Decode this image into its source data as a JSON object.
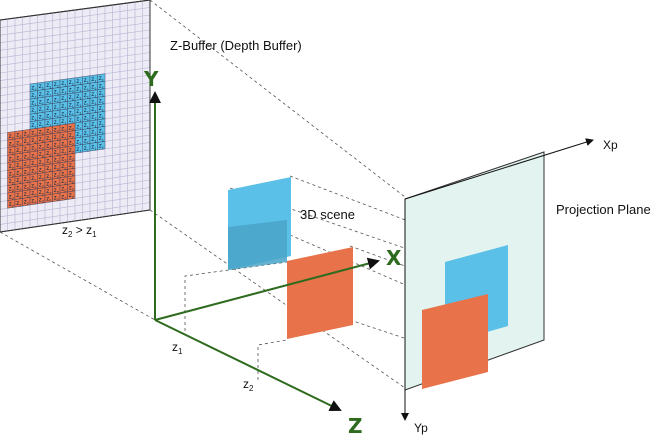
{
  "labels": {
    "zbuffer_title": "Z-Buffer (Depth Buffer)",
    "scene": "3D scene",
    "projection_plane": "Projection Plane",
    "xp": "Xp",
    "yp": "Yp",
    "axis_x": "X",
    "axis_y": "Y",
    "axis_z": "Z",
    "z1_base": "z",
    "z1_sub": "1",
    "z2_base": "z",
    "z2_sub": "2",
    "compare": {
      "a": "z",
      "a_sub": "2",
      "op": " > ",
      "b": "z",
      "b_sub": "1"
    }
  },
  "colors": {
    "grid_bg": "#ecebf6",
    "grid_line": "#b8b5d0",
    "blue": "#5bc0e8",
    "orange": "#e8734a",
    "plane": "#e3f3ef",
    "axis": "#2e6b1e"
  }
}
